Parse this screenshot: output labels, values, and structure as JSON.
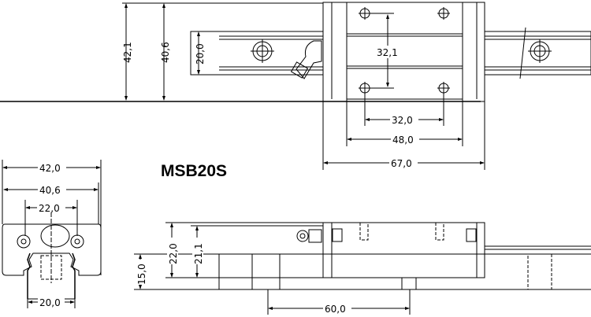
{
  "title": "MSB20S",
  "top_view": {
    "height_total": "42,1",
    "height_block": "40,6",
    "rail_width": "20,0",
    "hole_pitch_vertical": "32,1",
    "hole_pitch_horizontal": "32,0",
    "plate_length": "48,0",
    "block_length": "67,0"
  },
  "end_view": {
    "width_total": "42,0",
    "width_inner": "40,6",
    "hole_spacing": "22,0",
    "rail_width": "20,0"
  },
  "side_view": {
    "rail_height": "15,0",
    "height_assembly": "22,0",
    "height_block": "21,1",
    "rail_hole_pitch": "60,0"
  }
}
